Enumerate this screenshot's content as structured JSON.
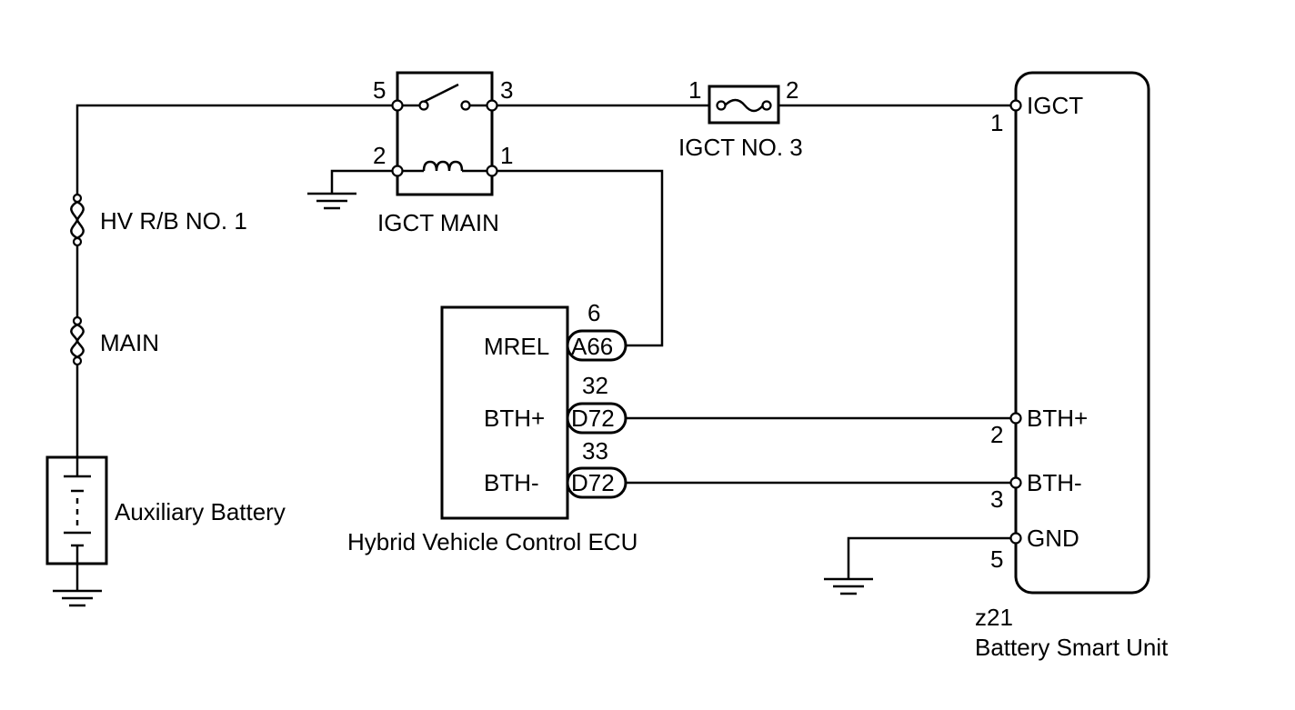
{
  "components": {
    "relay": {
      "label": "IGCT MAIN",
      "pins": {
        "p5": "5",
        "p3": "3",
        "p2": "2",
        "p1": "1"
      }
    },
    "fuse_igct3": {
      "label": "IGCT NO. 3",
      "pin_in": "1",
      "pin_out": "2"
    },
    "fuse_hvrb": {
      "label": "HV R/B NO. 1"
    },
    "fuse_main": {
      "label": "MAIN"
    },
    "battery": {
      "label": "Auxiliary Battery"
    },
    "ecu": {
      "label": "Hybrid Vehicle Control ECU",
      "pins": [
        {
          "name": "MREL",
          "connector": "A66",
          "number": "6"
        },
        {
          "name": "BTH+",
          "connector": "D72",
          "number": "32"
        },
        {
          "name": "BTH-",
          "connector": "D72",
          "number": "33"
        }
      ]
    },
    "bsu": {
      "code": "z21",
      "label": "Battery Smart Unit",
      "pins": [
        {
          "name": "IGCT",
          "number": "1"
        },
        {
          "name": "BTH+",
          "number": "2"
        },
        {
          "name": "BTH-",
          "number": "3"
        },
        {
          "name": "GND",
          "number": "5"
        }
      ]
    }
  }
}
